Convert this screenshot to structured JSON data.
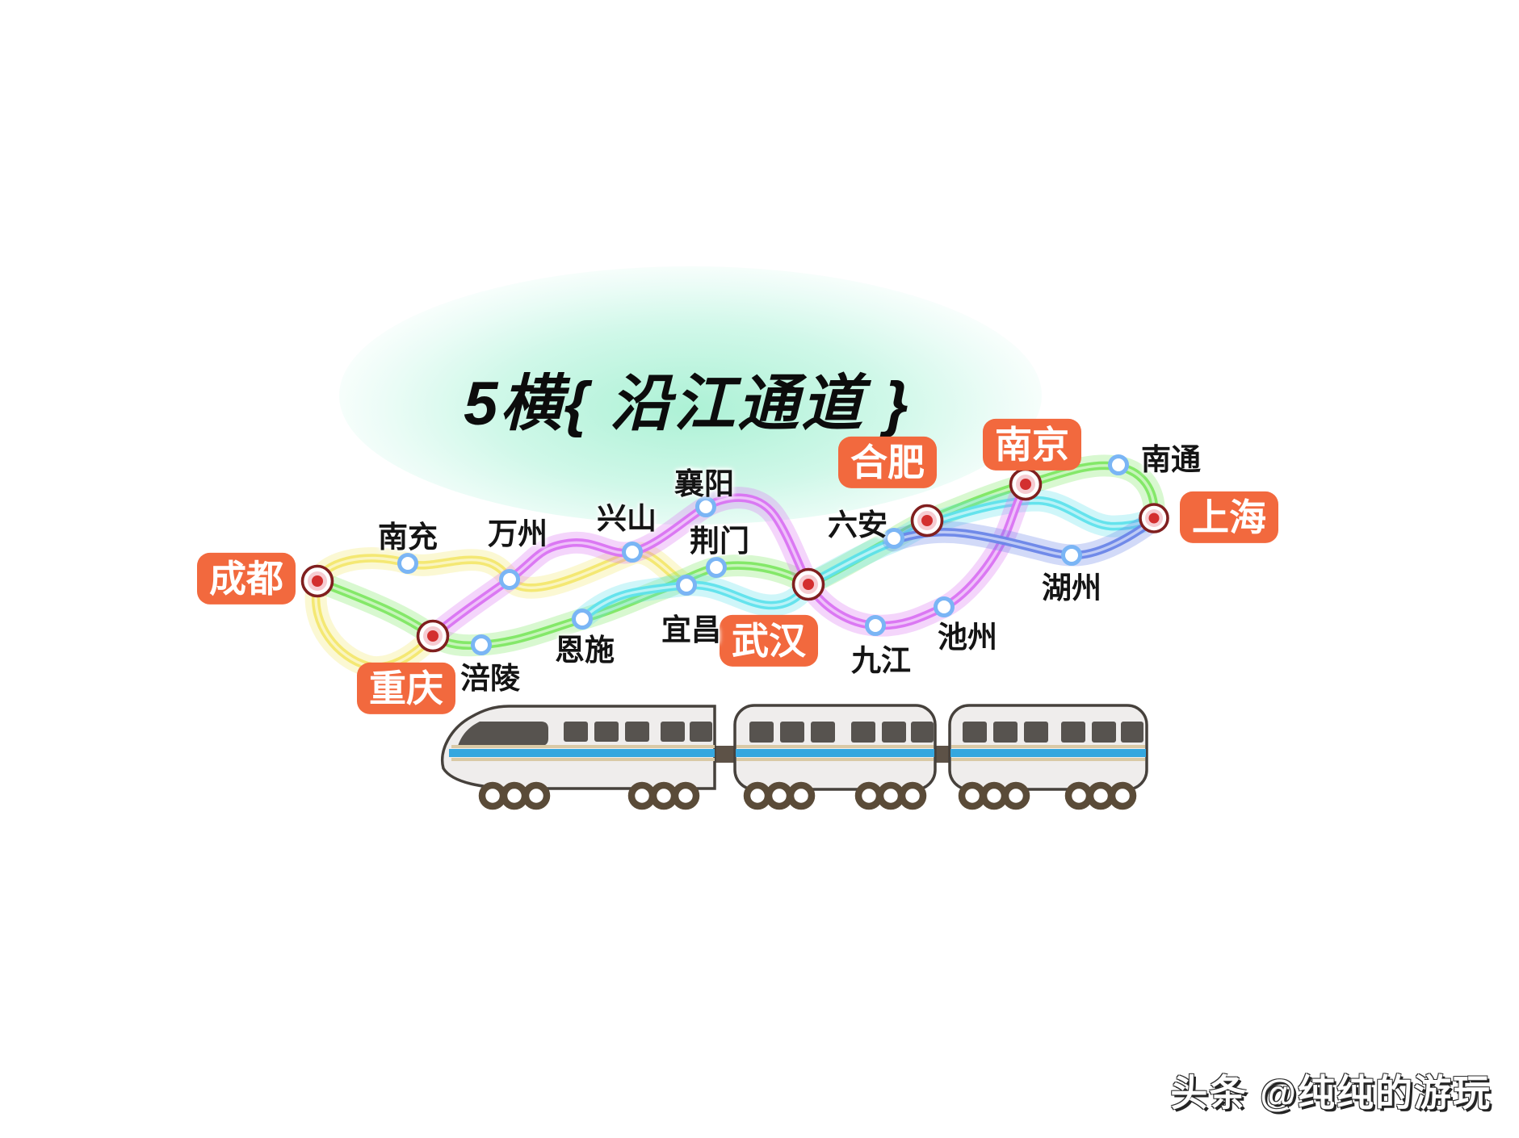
{
  "title": "5横{ 沿江通道 }",
  "watermark": "头条 @纯纯的游玩",
  "colors": {
    "line_yellow": "#f3e76e",
    "line_green": "#7fe763",
    "line_cyan": "#5fe2ec",
    "line_purple": "#d973f2",
    "line_blue": "#6a86e8",
    "city_box_bg": "#f2693e",
    "city_box_text": "#ffffff",
    "station_major_ring": "#801f1f",
    "station_major_dot": "#d32f2f",
    "station_minor_ring": "#7ab5f5",
    "title_glow": "#76e8ba",
    "train_stripe_blue": "#35a7df"
  },
  "stations": {
    "chengdu": {
      "label": "成都",
      "type": "major"
    },
    "chongqing": {
      "label": "重庆",
      "type": "major"
    },
    "wuhan": {
      "label": "武汉",
      "type": "major"
    },
    "hefei": {
      "label": "合肥",
      "type": "major"
    },
    "nanjing": {
      "label": "南京",
      "type": "major"
    },
    "shanghai": {
      "label": "上海",
      "type": "major"
    },
    "nanchong": {
      "label": "南充",
      "type": "minor"
    },
    "wanzhou": {
      "label": "万州",
      "type": "minor"
    },
    "fuling": {
      "label": "涪陵",
      "type": "minor"
    },
    "enshi": {
      "label": "恩施",
      "type": "minor"
    },
    "xingshan": {
      "label": "兴山",
      "type": "minor"
    },
    "xiangyang": {
      "label": "襄阳",
      "type": "minor"
    },
    "jingmen": {
      "label": "荆门",
      "type": "minor"
    },
    "yichang": {
      "label": "宜昌",
      "type": "minor"
    },
    "liuan": {
      "label": "六安",
      "type": "minor"
    },
    "jiujiang": {
      "label": "九江",
      "type": "minor"
    },
    "chizhou": {
      "label": "池州",
      "type": "minor"
    },
    "huzhou": {
      "label": "湖州",
      "type": "minor"
    },
    "nantong": {
      "label": "南通",
      "type": "minor"
    }
  },
  "lines": [
    {
      "id": "yellow",
      "color": "#f3e76e",
      "route": [
        "重庆",
        "成都",
        "南充",
        "万州",
        "兴山",
        "宜昌"
      ]
    },
    {
      "id": "green",
      "color": "#7fe763",
      "route": [
        "成都",
        "重庆",
        "涪陵",
        "恩施",
        "荆门",
        "武汉",
        "六安",
        "合肥",
        "南京",
        "南通",
        "上海"
      ]
    },
    {
      "id": "cyan",
      "color": "#5fe2ec",
      "route": [
        "恩施",
        "宜昌",
        "武汉",
        "六安",
        "合肥",
        "上海"
      ]
    },
    {
      "id": "purple",
      "color": "#d973f2",
      "route": [
        "重庆",
        "万州",
        "兴山",
        "襄阳",
        "武汉",
        "九江",
        "池州",
        "南京"
      ]
    },
    {
      "id": "blue",
      "color": "#6a86e8",
      "route": [
        "合肥",
        "湖州",
        "上海"
      ]
    }
  ],
  "train": {
    "cars": 3
  }
}
